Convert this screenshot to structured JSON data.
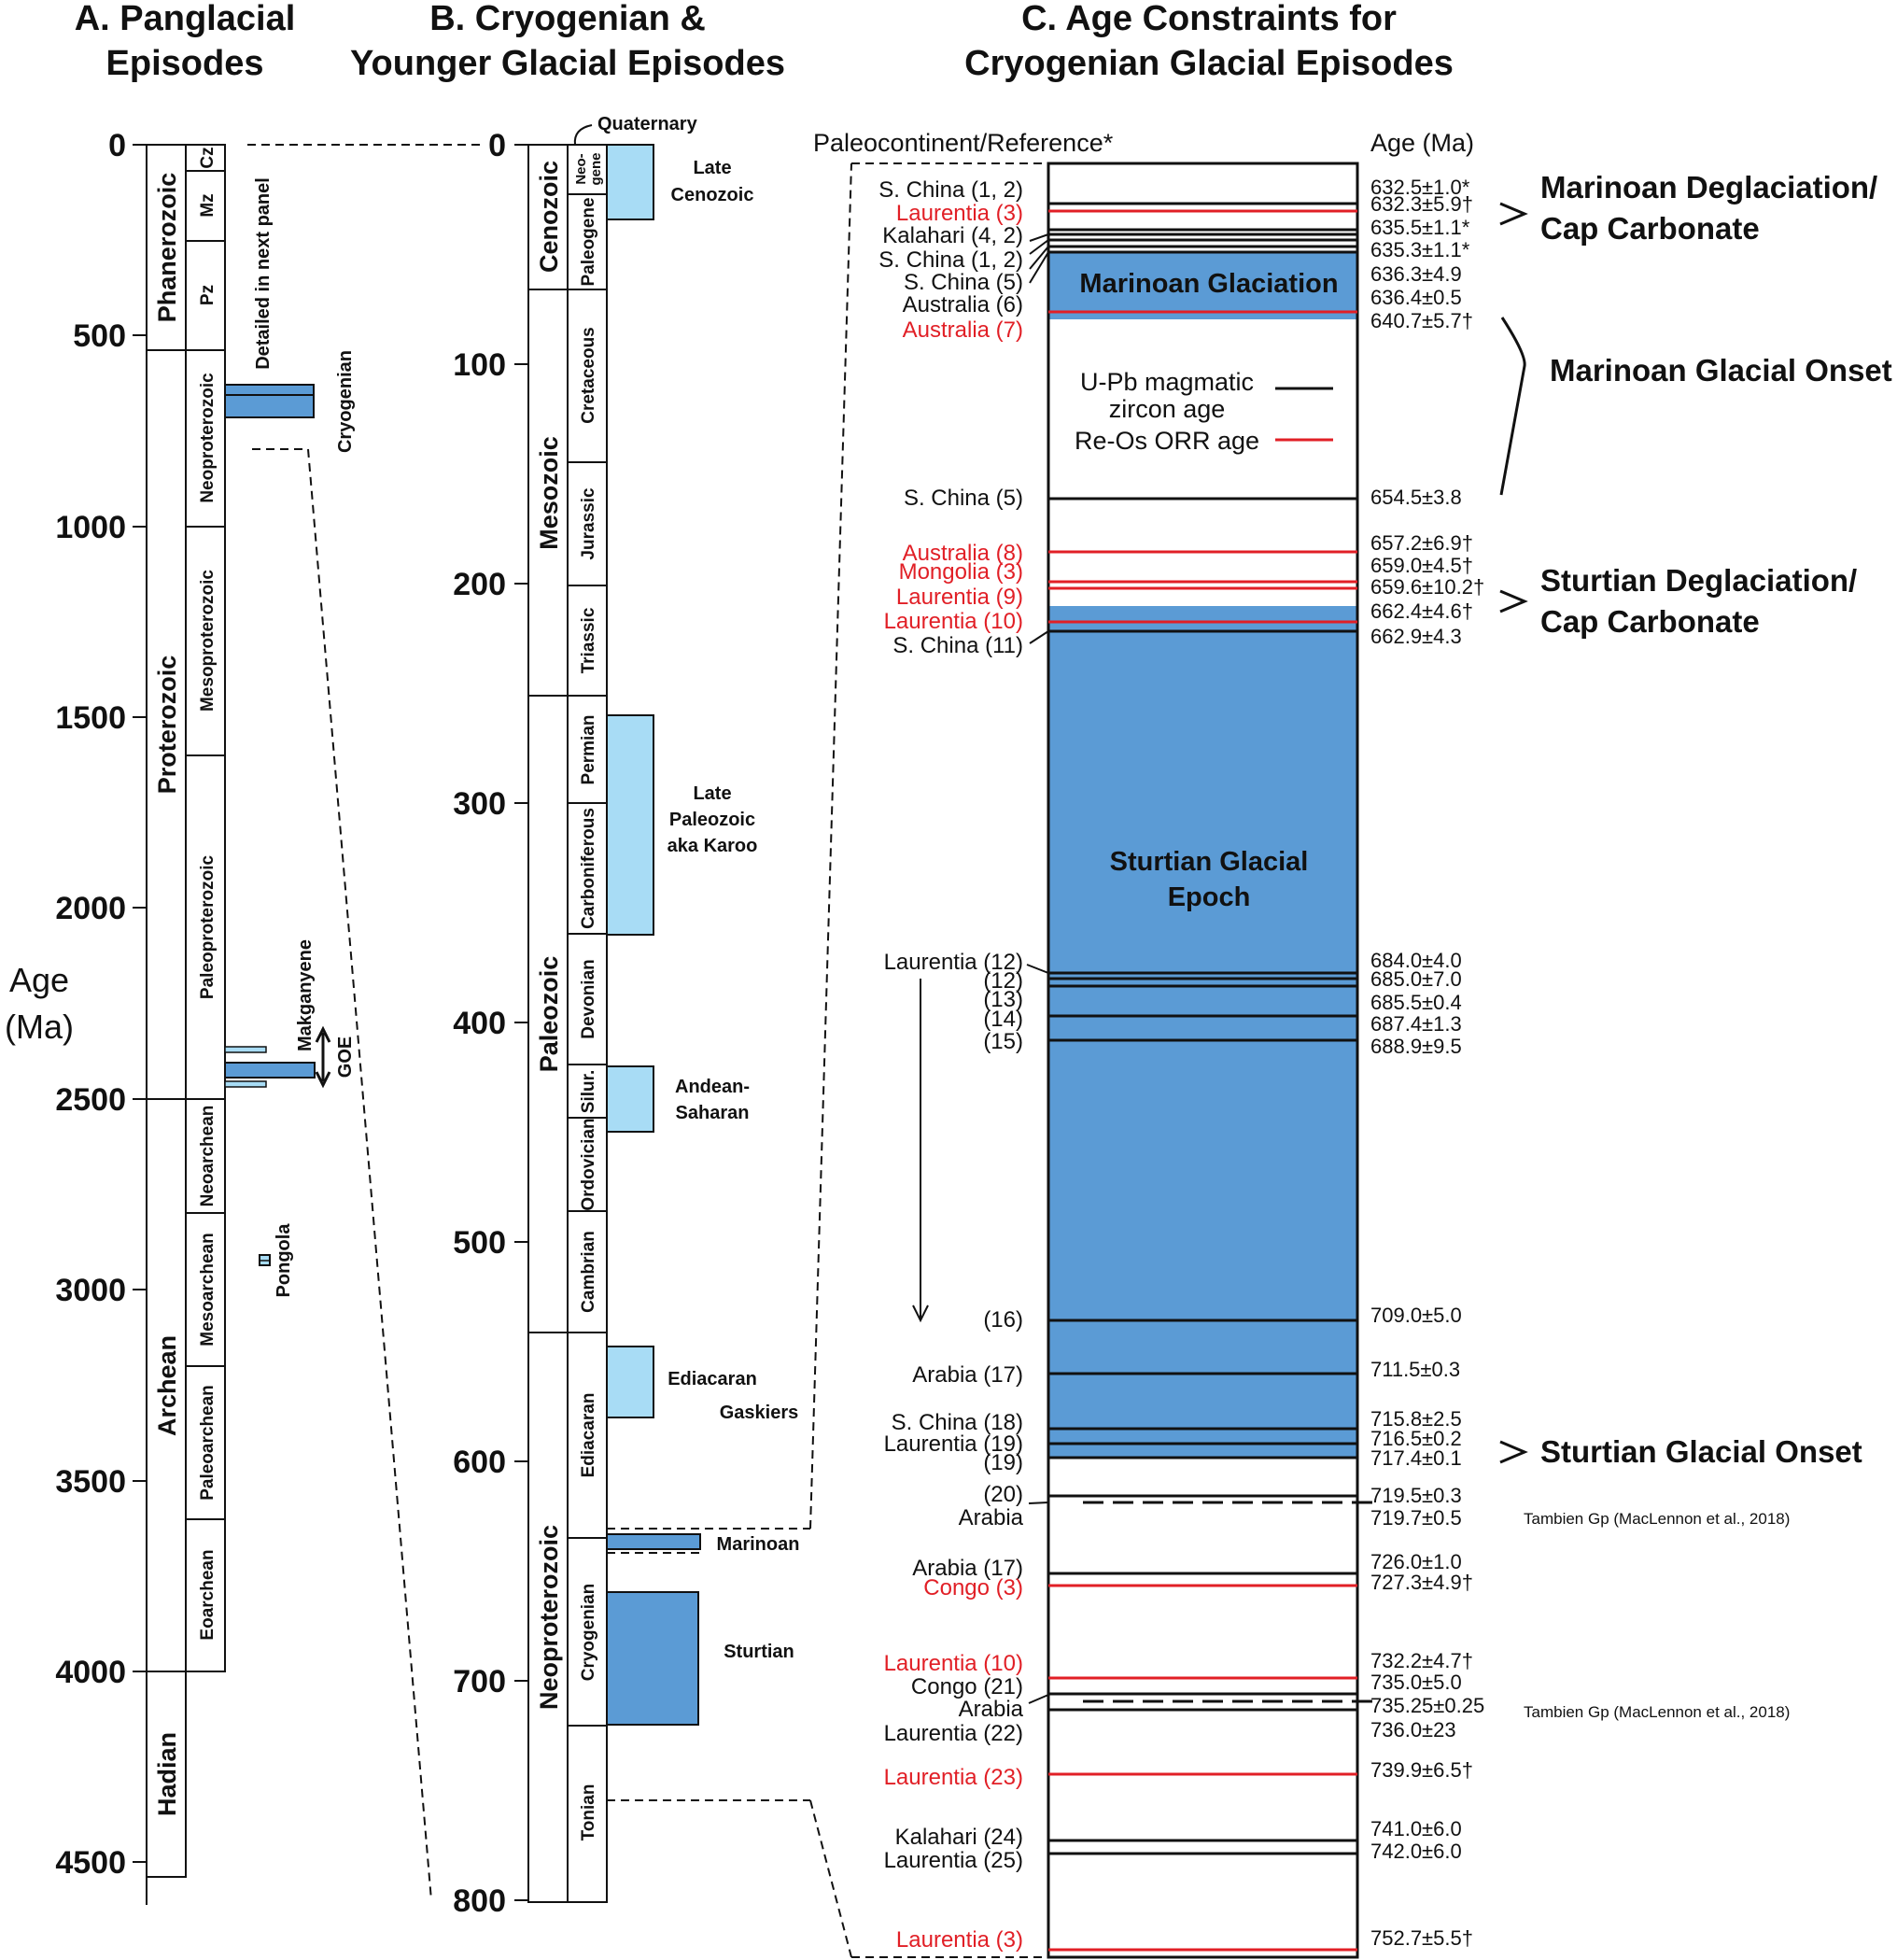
{
  "headers": {
    "panel_a": [
      "A. Panglacial",
      "Episodes"
    ],
    "panel_b": [
      "B.  Cryogenian &",
      "Younger Glacial Episodes"
    ],
    "panel_c": [
      "C.  Age Constraints for",
      "Cryogenian Glacial Episodes"
    ]
  },
  "axis_a": {
    "label_line1": "Age",
    "label_line2": "(Ma)",
    "ticks": [
      "0",
      "500",
      "1000",
      "1500",
      "2000",
      "2500",
      "3000",
      "3500",
      "4000",
      "4500"
    ]
  },
  "panel_a": {
    "eons": [
      "Phanerozoic",
      "Proterozoic",
      "Archean",
      "Hadian"
    ],
    "eras": [
      "Cz",
      "Mz",
      "Pz",
      "Neoproterozoic",
      "Mesoproterozoic",
      "Paleoproterozoic",
      "Neoarchean",
      "Mesoarchean",
      "Paleoarchean",
      "Eoarchean"
    ],
    "detail_note": "Detailed in next panel",
    "glacial_labels": [
      "Cryogenian",
      "Makganyene",
      "GOE",
      "Pongola"
    ]
  },
  "axis_b": {
    "ticks": [
      "0",
      "100",
      "200",
      "300",
      "400",
      "500",
      "600",
      "700",
      "800"
    ]
  },
  "panel_b": {
    "eras": [
      "Cenozoic",
      "Mesozoic",
      "Paleozoic",
      "Neoproterozoic"
    ],
    "periods": [
      "Neo-",
      "gene",
      "Paleogene",
      "Cretaceous",
      "Jurassic",
      "Triassic",
      "Permian",
      "Carboniferous",
      "Devonian",
      "Silur.",
      "Ordovician",
      "Cambrian",
      "Ediacaran",
      "Cryogenian",
      "Tonian"
    ],
    "quaternary": "Quaternary",
    "glacials": [
      "Late",
      "Cenozoic",
      "Late",
      "Paleozoic",
      "aka Karoo",
      "Andean-",
      "Saharan",
      "Ediacaran",
      "Gaskiers",
      "Marinoan",
      "Sturtian"
    ]
  },
  "panel_c": {
    "col_left": "Paleocontinent/Reference*",
    "col_right": "Age (Ma)",
    "marinoan_label": "Marinoan Glaciation",
    "sturtian_label": [
      "Sturtian Glacial",
      "Epoch"
    ],
    "legend": {
      "upb_line1": "U-Pb magmatic",
      "upb_line2": "zircon age",
      "reos": "Re-Os ORR age"
    },
    "left_labels": [
      {
        "text": "S. China (1, 2)",
        "red": false
      },
      {
        "text": "Laurentia (3)",
        "red": true
      },
      {
        "text": "Kalahari (4, 2)",
        "red": false
      },
      {
        "text": "S. China (1, 2)",
        "red": false
      },
      {
        "text": "S. China (5)",
        "red": false
      },
      {
        "text": "Australia (6)",
        "red": false
      },
      {
        "text": "Australia (7)",
        "red": true
      },
      {
        "text": "S. China (5)",
        "red": false
      },
      {
        "text": "Australia (8)",
        "red": true
      },
      {
        "text": "Mongolia (3)",
        "red": true
      },
      {
        "text": "Laurentia (9)",
        "red": true
      },
      {
        "text": "Laurentia (10)",
        "red": true
      },
      {
        "text": "S. China (11)",
        "red": false
      },
      {
        "text": "Laurentia (12)",
        "red": false
      },
      {
        "text": "(12)",
        "red": false
      },
      {
        "text": "(13)",
        "red": false
      },
      {
        "text": "(14)",
        "red": false
      },
      {
        "text": "(15)",
        "red": false
      },
      {
        "text": "(16)",
        "red": false
      },
      {
        "text": "Arabia (17)",
        "red": false
      },
      {
        "text": "S. China (18)",
        "red": false
      },
      {
        "text": "Laurentia (19)",
        "red": false
      },
      {
        "text": "(19)",
        "red": false
      },
      {
        "text": "(20)",
        "red": false
      },
      {
        "text": "Arabia",
        "red": false
      },
      {
        "text": "Arabia (17)",
        "red": false
      },
      {
        "text": "Congo (3)",
        "red": true
      },
      {
        "text": "Laurentia (10)",
        "red": true
      },
      {
        "text": "Congo (21)",
        "red": false
      },
      {
        "text": "Arabia",
        "red": false
      },
      {
        "text": "Laurentia (22)",
        "red": false
      },
      {
        "text": "Laurentia (23)",
        "red": true
      },
      {
        "text": "Kalahari (24)",
        "red": false
      },
      {
        "text": "Laurentia (25)",
        "red": false
      },
      {
        "text": "Laurentia (3)",
        "red": true
      }
    ],
    "right_ages": [
      {
        "text": "632.5±1.0*",
        "red": false
      },
      {
        "text": "632.3±5.9†",
        "red": true
      },
      {
        "text": "635.5±1.1*",
        "red": false
      },
      {
        "text": "635.3±1.1*",
        "red": false
      },
      {
        "text": "636.3±4.9",
        "red": false
      },
      {
        "text": "636.4±0.5",
        "red": false
      },
      {
        "text": "640.7±5.7†",
        "red": true
      },
      {
        "text": "654.5±3.8",
        "red": false
      },
      {
        "text": "657.2±6.9†",
        "red": true
      },
      {
        "text": "659.0±4.5†",
        "red": true
      },
      {
        "text": "659.6±10.2†",
        "red": true
      },
      {
        "text": "662.4±4.6†",
        "red": true
      },
      {
        "text": "662.9±4.3",
        "red": false
      },
      {
        "text": "684.0±4.0",
        "red": false
      },
      {
        "text": "685.0±7.0",
        "red": false
      },
      {
        "text": "685.5±0.4",
        "red": false
      },
      {
        "text": "687.4±1.3",
        "red": false
      },
      {
        "text": "688.9±9.5",
        "red": false
      },
      {
        "text": "709.0±5.0",
        "red": false
      },
      {
        "text": "711.5±0.3",
        "red": false
      },
      {
        "text": "715.8±2.5",
        "red": false
      },
      {
        "text": "716.5±0.2",
        "red": false
      },
      {
        "text": "717.4±0.1",
        "red": false
      },
      {
        "text": "719.5±0.3",
        "red": false
      },
      {
        "text": "719.7±0.5",
        "red": false
      },
      {
        "text": "726.0±1.0",
        "red": false
      },
      {
        "text": "727.3±4.9†",
        "red": true
      },
      {
        "text": "732.2±4.7†",
        "red": true
      },
      {
        "text": "735.0±5.0",
        "red": false
      },
      {
        "text": "735.25±0.25",
        "red": false
      },
      {
        "text": "736.0±23",
        "red": false
      },
      {
        "text": "739.9±6.5†",
        "red": true
      },
      {
        "text": "741.0±6.0",
        "red": false
      },
      {
        "text": "742.0±6.0",
        "red": false
      },
      {
        "text": "752.7±5.5†",
        "red": true
      }
    ],
    "tambien_note": "Tambien Gp (MacLennon et al., 2018)",
    "events": [
      [
        "Marinoan Deglaciation/",
        "Cap Carbonate"
      ],
      [
        "Marinoan Glacial Onset"
      ],
      [
        "Sturtian  Deglaciation/",
        "Cap Carbonate"
      ],
      [
        "Sturtian Glacial Onset"
      ]
    ]
  },
  "colors": {
    "dark_blue": "#5b9bd5",
    "light_blue": "#a8dcf5",
    "red": "#e11f26",
    "black": "#111111"
  }
}
